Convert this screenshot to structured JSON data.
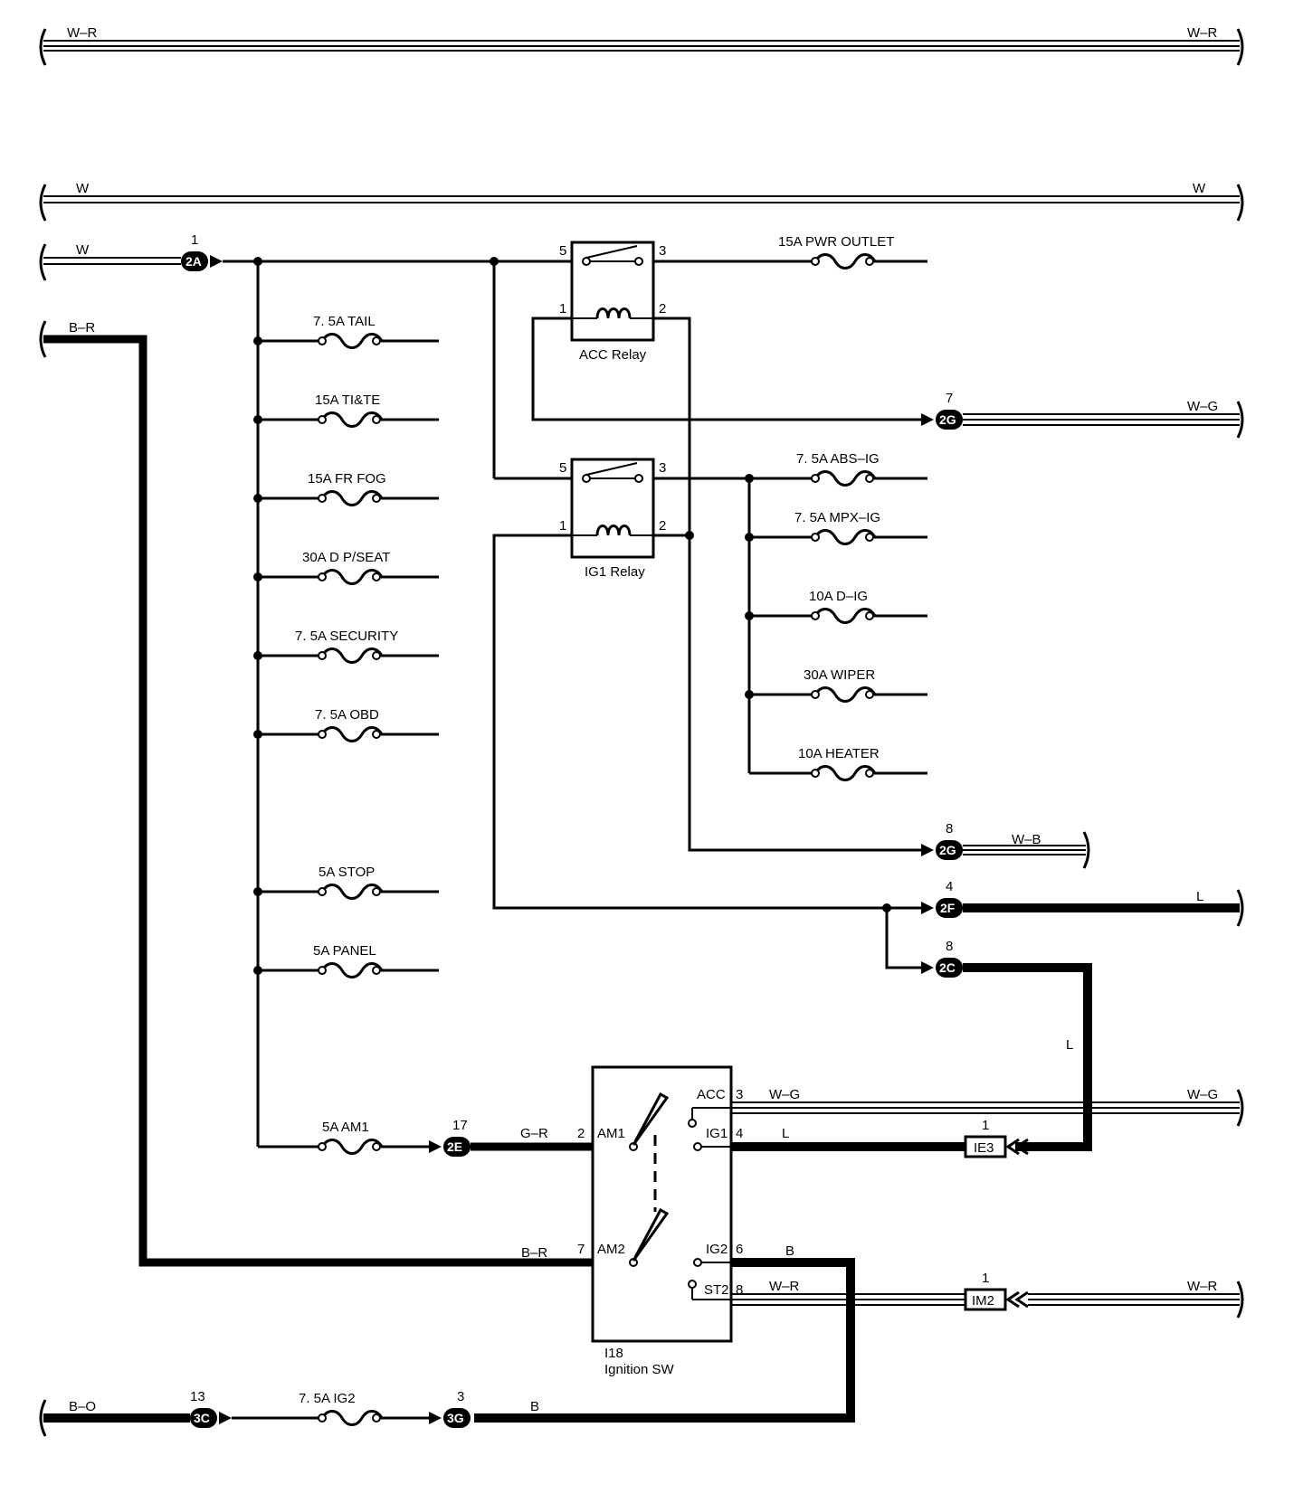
{
  "wires": {
    "top_wr": "W–R",
    "main_w": "W",
    "feed_w": "W",
    "feed_br": "B–R",
    "wg_out": "W–G",
    "wb_out": "W–B",
    "l_out": "L",
    "l_vertical": "L",
    "gr": "G–R",
    "br_am2": "B–R",
    "acc_wg": "W–G",
    "ig1_l": "L",
    "ig2_b": "B",
    "st2_wr": "W–R",
    "bo": "B–O",
    "b_3g": "B"
  },
  "fuses": [
    {
      "id": "tail",
      "label": "7. 5A TAIL"
    },
    {
      "id": "tite",
      "label": "15A TI&TE"
    },
    {
      "id": "frfog",
      "label": "15A FR FOG"
    },
    {
      "id": "dpseat",
      "label": "30A D P/SEAT"
    },
    {
      "id": "security",
      "label": "7. 5A SECURITY"
    },
    {
      "id": "obd",
      "label": "7. 5A OBD"
    },
    {
      "id": "stop",
      "label": "5A STOP"
    },
    {
      "id": "panel",
      "label": "5A PANEL"
    },
    {
      "id": "am1",
      "label": "5A AM1"
    },
    {
      "id": "pwr_outlet",
      "label": "15A PWR OUTLET"
    },
    {
      "id": "abs_ig",
      "label": "7. 5A ABS–IG"
    },
    {
      "id": "mpx_ig",
      "label": "7. 5A MPX–IG"
    },
    {
      "id": "d_ig",
      "label": "10A D–IG"
    },
    {
      "id": "wiper",
      "label": "30A WIPER"
    },
    {
      "id": "heater",
      "label": "10A HEATER"
    },
    {
      "id": "ig2",
      "label": "7. 5A IG2"
    }
  ],
  "connectors": [
    {
      "id": "2A",
      "label": "2A",
      "pin": "1"
    },
    {
      "id": "2G_7",
      "label": "2G",
      "pin": "7"
    },
    {
      "id": "2G_8",
      "label": "2G",
      "pin": "8"
    },
    {
      "id": "2F",
      "label": "2F",
      "pin": "4"
    },
    {
      "id": "2C",
      "label": "2C",
      "pin": "8"
    },
    {
      "id": "2E",
      "label": "2E",
      "pin": "17"
    },
    {
      "id": "IE3",
      "label": "IE3",
      "pin": "1"
    },
    {
      "id": "IM2",
      "label": "IM2",
      "pin": "1"
    },
    {
      "id": "3C",
      "label": "3C",
      "pin": "13"
    },
    {
      "id": "3G",
      "label": "3G",
      "pin": "3"
    }
  ],
  "relays": {
    "acc": {
      "name": "ACC Relay",
      "pins": [
        "5",
        "3",
        "1",
        "2"
      ]
    },
    "ig1": {
      "name": "IG1 Relay",
      "pins": [
        "5",
        "3",
        "1",
        "2"
      ]
    }
  },
  "ignition_switch": {
    "ref": "I18",
    "name": "Ignition SW",
    "terminals": [
      {
        "name": "AM1",
        "pin": "2"
      },
      {
        "name": "AM2",
        "pin": "7"
      },
      {
        "name": "ACC",
        "pin": "3"
      },
      {
        "name": "IG1",
        "pin": "4"
      },
      {
        "name": "IG2",
        "pin": "6"
      },
      {
        "name": "ST2",
        "pin": "8"
      }
    ]
  }
}
